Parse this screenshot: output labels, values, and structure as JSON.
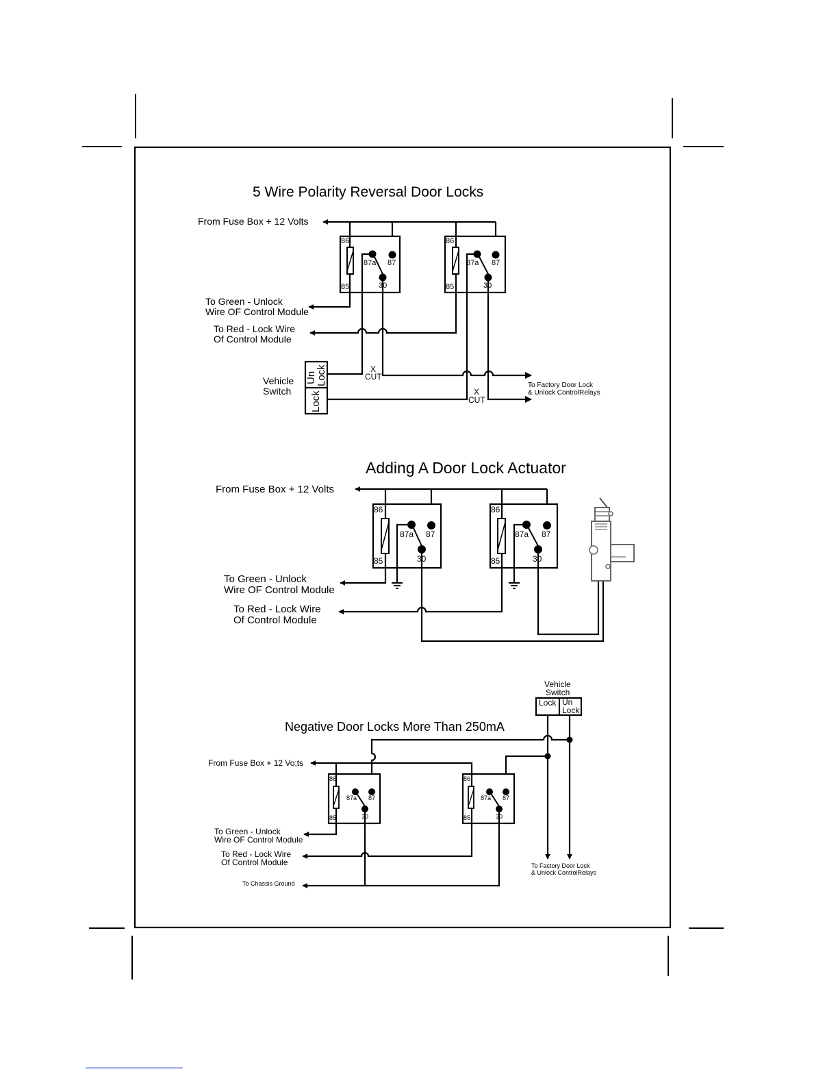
{
  "section1": {
    "title": "5 Wire Polarity Reversal Door Locks",
    "fuse": "From Fuse Box + 12 Volts",
    "green1": "To Green - Unlock",
    "green2": "Wire OF Control Module",
    "red1": "To Red - Lock Wire",
    "red2": "Of Control Module",
    "vs1": "Vehicle",
    "vs2": "Switch",
    "unlock_a": "Un",
    "unlock_b": "Lock",
    "lock": "Lock",
    "cut_x": "X",
    "cut": "CUT",
    "factory1": "To Factory Door Lock",
    "factory2": "& Unlock ControlRelays"
  },
  "section2": {
    "title": "Adding A Door Lock Actuator",
    "fuse": "From Fuse Box + 12 Volts",
    "green1": "To Green - Unlock",
    "green2": "Wire OF Control Module",
    "red1": "To Red - Lock Wire",
    "red2": "Of Control Module"
  },
  "section3": {
    "title": "Negative Door Locks More Than 250mA",
    "fuse": "From Fuse Box + 12 Vo;ts",
    "green1": "To Green - Unlock",
    "green2": "Wire OF Control Module",
    "red1": "To Red - Lock Wire",
    "red2": "Of Control Module",
    "chassis": "To Chassis Ground",
    "vs1": "Vehicle",
    "vs2": "Switch",
    "lock": "Lock",
    "unlock_a": "Un",
    "unlock_b": "Lock",
    "factory1": "To Factory Door Lock",
    "factory2": "& Unlock ControlRelays"
  },
  "pins": {
    "p86": "86",
    "p85": "85",
    "p87a": "87a",
    "p87": "87",
    "p30": "30"
  }
}
